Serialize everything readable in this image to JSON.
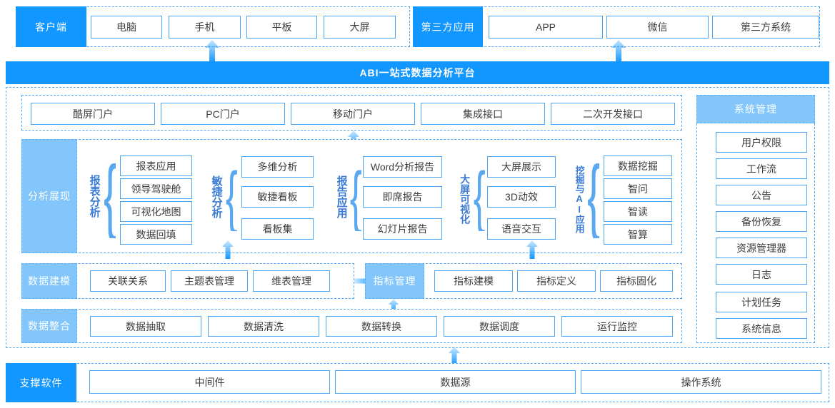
{
  "platform": {
    "title": "ABI一站式数据分析平台"
  },
  "top_row": {
    "client": {
      "label": "客户端",
      "items": [
        "电脑",
        "手机",
        "平板",
        "大屏"
      ]
    },
    "third_party": {
      "label": "第三方应用",
      "items": [
        "APP",
        "微信",
        "第三方系统"
      ]
    }
  },
  "portal_row": {
    "items": [
      "酷屏门户",
      "PC门户",
      "移动门户",
      "集成接口",
      "二次开发接口"
    ]
  },
  "analysis": {
    "label": "分析展现",
    "groups": [
      {
        "caption": "报表分析",
        "items": [
          "报表应用",
          "领导驾驶舱",
          "可视化地图",
          "数据回填"
        ]
      },
      {
        "caption": "敏捷分析",
        "items": [
          "多维分析",
          "敏捷看板",
          "看板集"
        ]
      },
      {
        "caption": "报告应用",
        "items": [
          "Word分析报告",
          "即席报告",
          "幻灯片报告"
        ]
      },
      {
        "caption": "大屏可视化",
        "items": [
          "大屏展示",
          "3D动效",
          "语音交互"
        ]
      },
      {
        "caption": "挖掘与AI应用",
        "items": [
          "数据挖掘",
          "智问",
          "智读",
          "智算"
        ]
      }
    ]
  },
  "data_modeling": {
    "label": "数据建模",
    "items": [
      "关联关系",
      "主题表管理",
      "维表管理"
    ]
  },
  "metric_management": {
    "label": "指标管理",
    "items": [
      "指标建模",
      "指标定义",
      "指标固化"
    ]
  },
  "data_integration": {
    "label": "数据整合",
    "items": [
      "数据抽取",
      "数据清洗",
      "数据转换",
      "数据调度",
      "运行监控"
    ]
  },
  "system_management": {
    "label": "系统管理",
    "items": [
      "用户权限",
      "工作流",
      "公告",
      "备份恢复",
      "资源管理器",
      "日志",
      "计划任务",
      "系统信息"
    ]
  },
  "support_software": {
    "label": "支撑软件",
    "items": [
      "中间件",
      "数据源",
      "操作系统"
    ]
  },
  "colors": {
    "accent": "#1296ff",
    "accent_light": "#82c6fb",
    "border": "#4ba7f5",
    "caption": "#3a7bd5"
  }
}
